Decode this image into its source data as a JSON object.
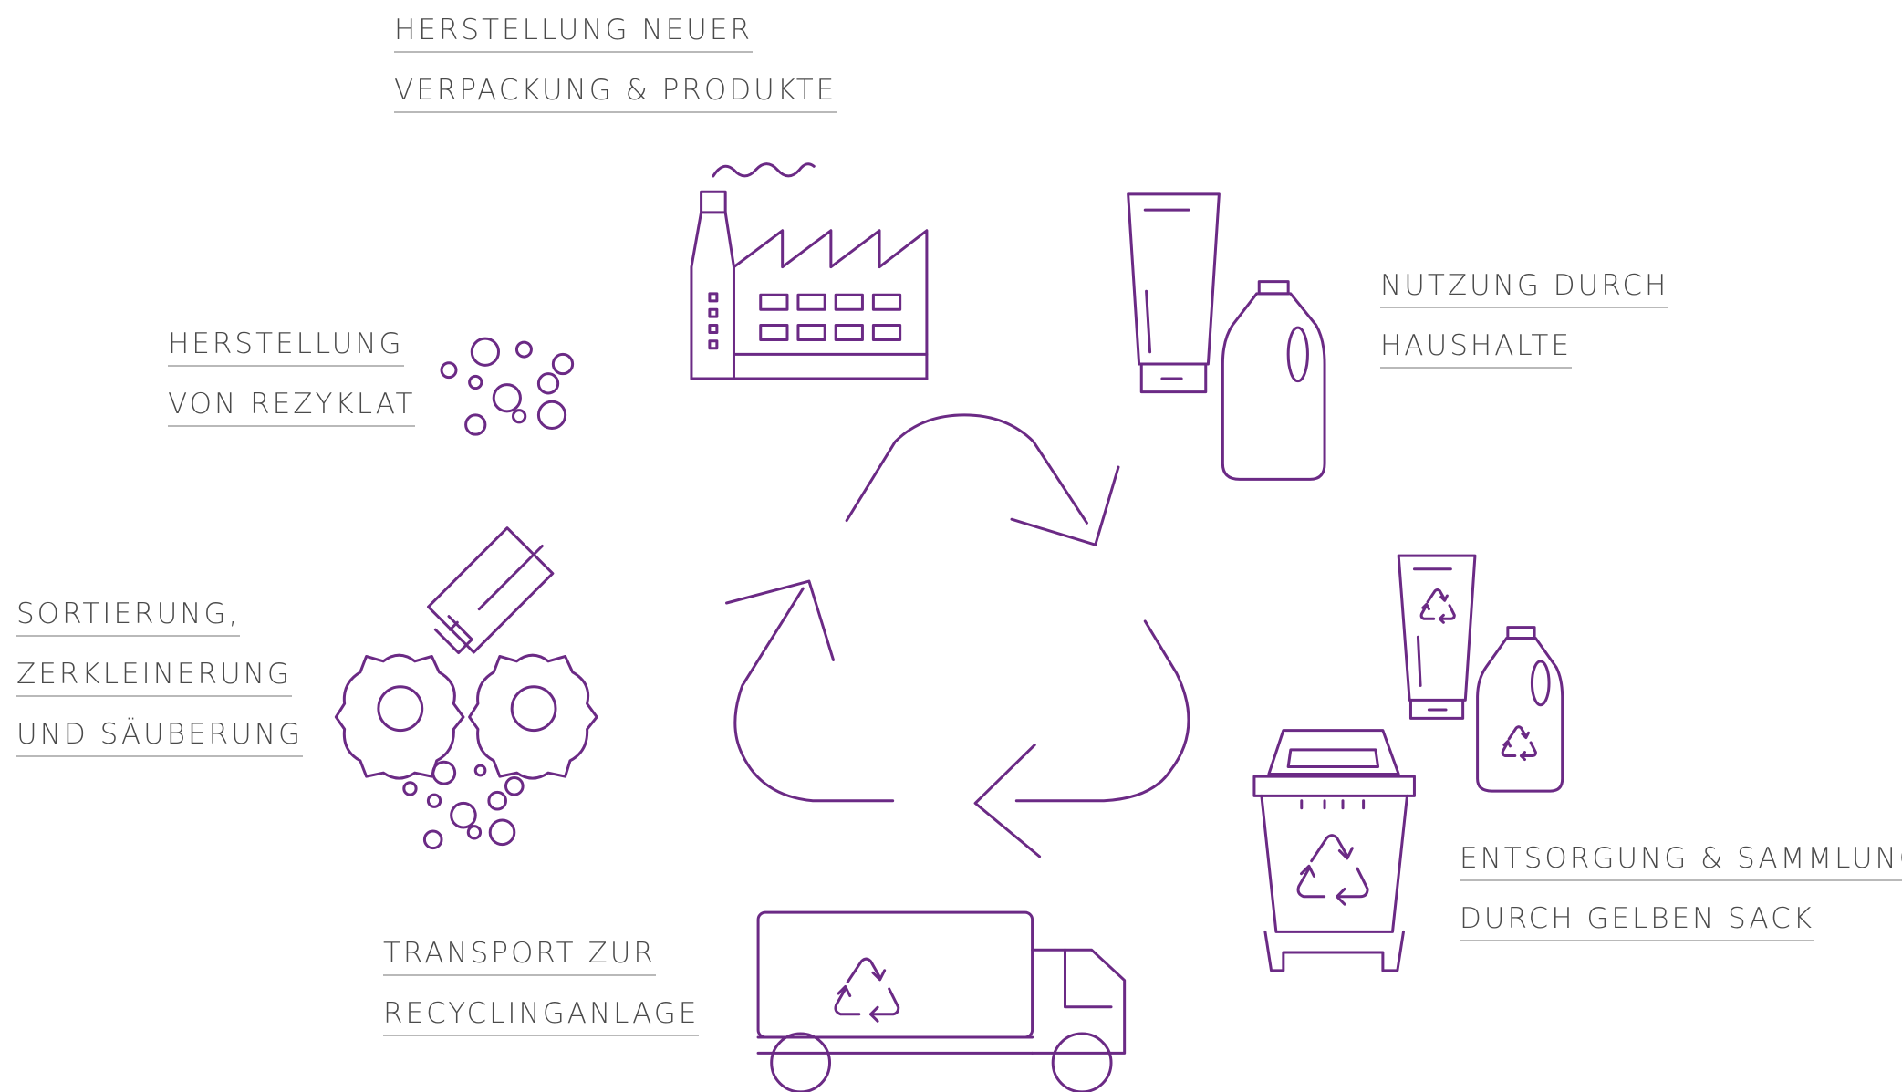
{
  "colors": {
    "accent": "#6b2a85",
    "text": "#4a4a4a",
    "underline": "#b9b9b9"
  },
  "steps": [
    {
      "icon": "factory-icon",
      "lines": [
        "HERSTELLUNG NEUER",
        "VERPACKUNG & PRODUKTE"
      ]
    },
    {
      "icon": "tube-and-bottle-icon",
      "lines": [
        "NUTZUNG DURCH",
        "HAUSHALTE"
      ]
    },
    {
      "icon": "recycling-bin-icon",
      "lines": [
        "ENTSORGUNG & SAMMLUNG",
        "DURCH GELBEN SACK"
      ]
    },
    {
      "icon": "truck-icon",
      "lines": [
        "TRANSPORT ZUR",
        "RECYCLINGANLAGE"
      ]
    },
    {
      "icon": "shredder-gears-icon",
      "lines": [
        "SORTIERUNG,",
        "ZERKLEINERUNG",
        "UND SÄUBERUNG"
      ]
    },
    {
      "icon": "granules-icon",
      "lines": [
        "HERSTELLUNG",
        "VON REZYKLAT"
      ]
    }
  ],
  "center_icon": "recycling-arrows-icon"
}
